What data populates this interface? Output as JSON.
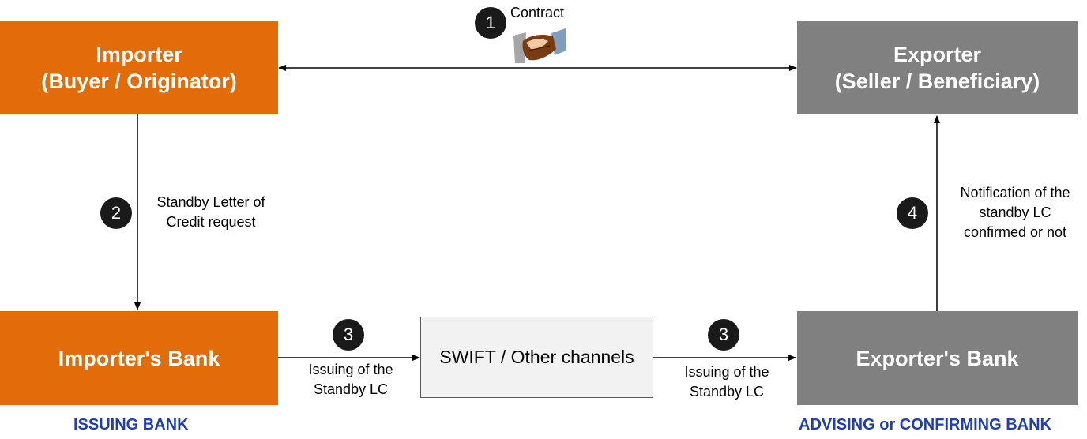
{
  "parties": {
    "importer": {
      "line1": "Importer",
      "line2": "(Buyer / Originator)"
    },
    "exporter": {
      "line1": "Exporter",
      "line2": "(Seller / Beneficiary)"
    },
    "importers_bank": "Importer's Bank",
    "exporters_bank": "Exporter's Bank",
    "channel": "SWIFT / Other channels"
  },
  "steps": [
    {
      "number": "1",
      "label": "Contract"
    },
    {
      "number": "2",
      "line1": "Standby Letter of",
      "line2": "Credit request"
    },
    {
      "number": "3",
      "line1": "Issuing of the",
      "line2": "Standby LC"
    },
    {
      "number": "3",
      "line1": "Issuing of the",
      "line2": "Standby LC"
    },
    {
      "number": "4",
      "line1": "Notification of the",
      "line2": "standby LC",
      "line3": "confirmed or not"
    }
  ],
  "roles": {
    "issuing": "ISSUING BANK",
    "advising": "ADVISING or CONFIRMING BANK"
  },
  "icons": {
    "contract": "handshake-icon"
  },
  "colors": {
    "importer_side": "#e36c0a",
    "exporter_side": "#808080",
    "role_text": "#1f3fb4"
  }
}
